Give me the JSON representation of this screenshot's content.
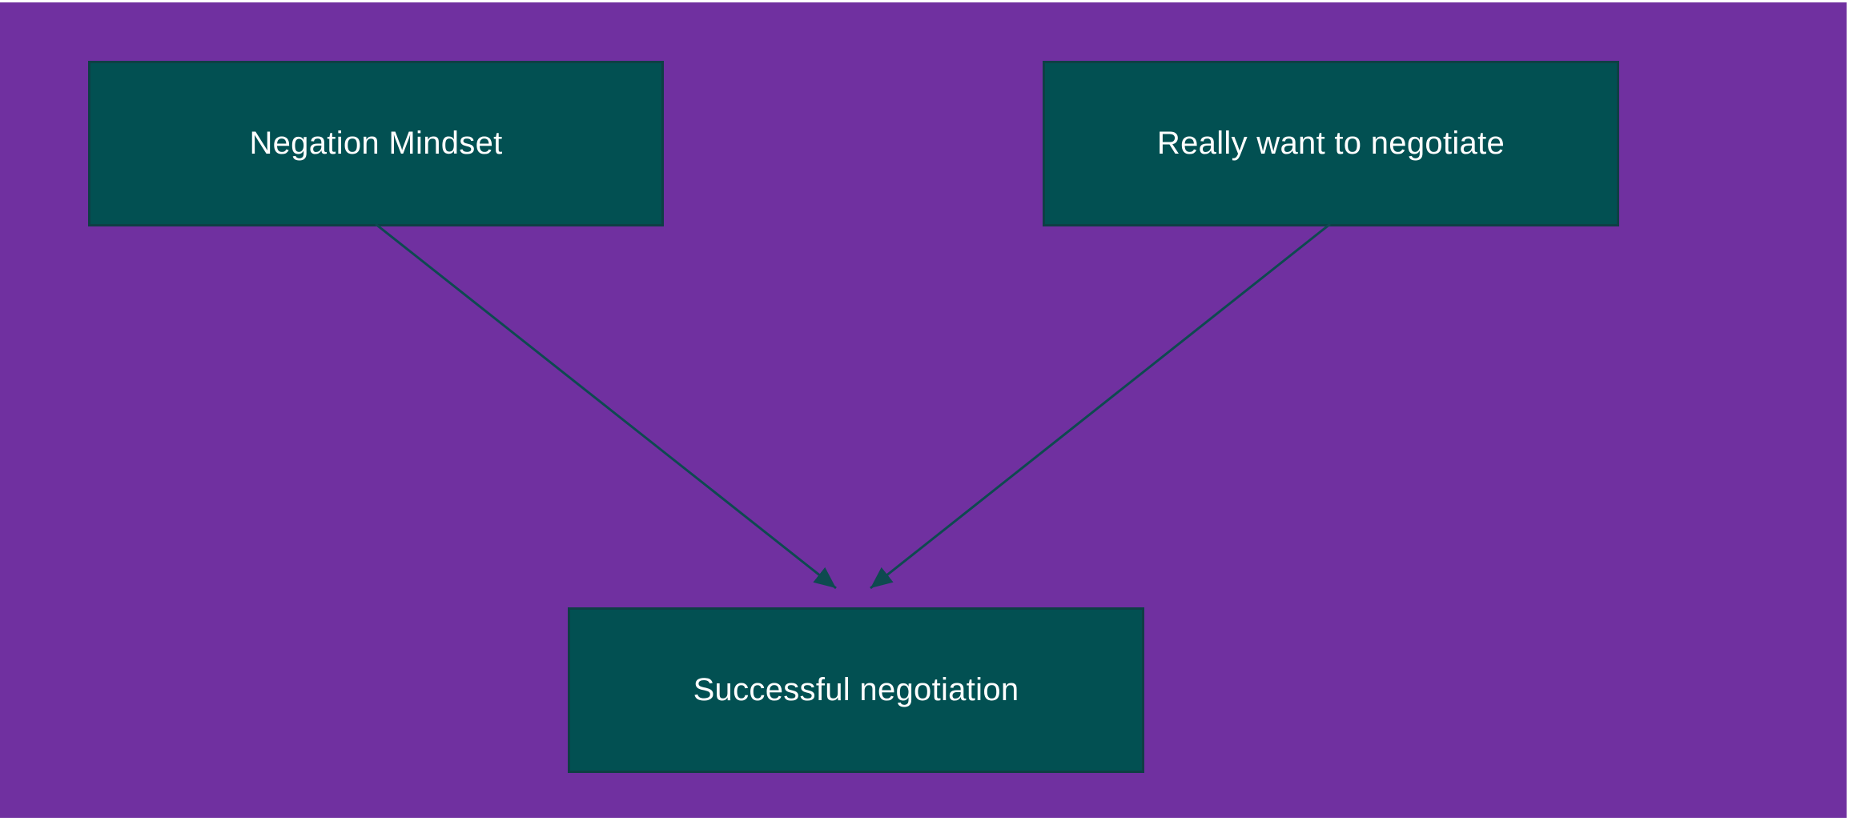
{
  "diagram": {
    "background_color": "#7030A0",
    "node_color": "#025052",
    "node_text_color": "#FFFFFF",
    "edge_color": "#0E4A50",
    "nodes": [
      {
        "id": "n1",
        "label": "Negation Mindset"
      },
      {
        "id": "n2",
        "label": "Really want to negotiate"
      },
      {
        "id": "n3",
        "label": "Successful negotiation"
      }
    ],
    "edges": [
      {
        "from": "n1",
        "to": "n3",
        "directed": true
      },
      {
        "from": "n2",
        "to": "n3",
        "directed": true
      }
    ]
  }
}
